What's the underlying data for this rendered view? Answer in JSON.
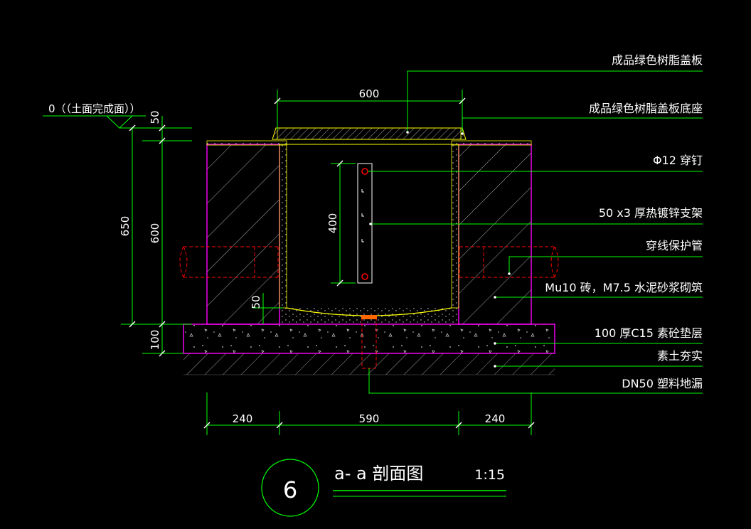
{
  "callouts": {
    "cover": "成品绿色树脂盖板",
    "cover_seat": "成品绿色树脂盖板底座",
    "pin": "Φ12 穿钉",
    "bracket": "50 x3 厚热镀锌支架",
    "conduit": "穿线保护管",
    "masonry": "Mu10 砖，M7.5 水泥砂浆砌筑",
    "cushion": "100 厚C15 素砼垫层",
    "soil": "素土夯实",
    "drain": "DN50 塑料地漏"
  },
  "level": {
    "text": "0（（土面完成面））"
  },
  "dimensions": {
    "top_width": "600",
    "left_total_height": "650",
    "inner_height": "600",
    "cover_thickness": "50",
    "cushion_thickness": "100",
    "bottom_slope": "50",
    "bracket_length": "400",
    "wall_left": "240",
    "inner_width": "590",
    "wall_right": "240"
  },
  "title": {
    "number": "6",
    "name": "a- a 剖面图",
    "scale": "1:15"
  },
  "colors": {
    "background": "#000000",
    "dimension": "#00ff00",
    "wall_outline": "#ff00ff",
    "lining": "#ffff00",
    "conduit": "#ff0000",
    "text": "#ffffff",
    "hatch": "#b0b0b0"
  }
}
